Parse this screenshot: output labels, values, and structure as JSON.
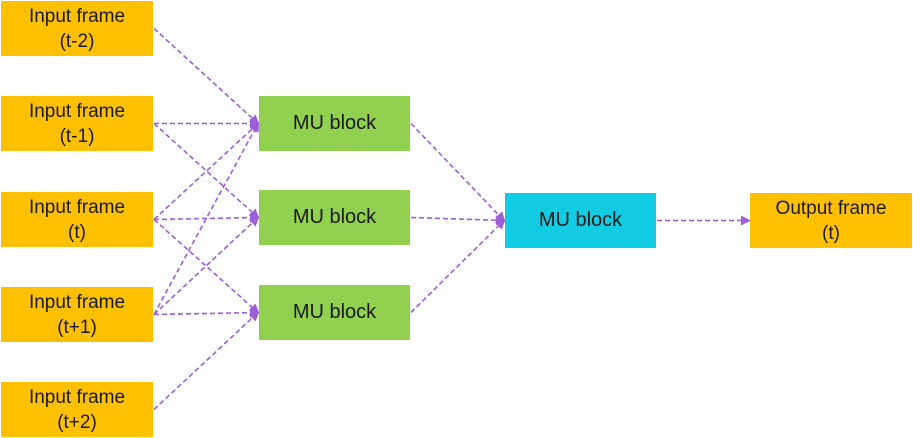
{
  "inputs": [
    {
      "line1": "Input frame",
      "line2": "(t-2)"
    },
    {
      "line1": "Input frame",
      "line2": "(t-1)"
    },
    {
      "line1": "Input frame",
      "line2": "(t)"
    },
    {
      "line1": "Input frame",
      "line2": "(t+1)"
    },
    {
      "line1": "Input frame",
      "line2": "(t+2)"
    }
  ],
  "mu_blocks": [
    {
      "label": "MU block"
    },
    {
      "label": "MU block"
    },
    {
      "label": "MU block"
    }
  ],
  "final_block": {
    "label": "MU block"
  },
  "output": {
    "line1": "Output frame",
    "line2": "(t)"
  },
  "colors": {
    "input_fill": "#FFC000",
    "mu_fill": "#92D050",
    "final_fill": "#12CCE3",
    "output_fill": "#FFC000",
    "edge": "#9B5FD8"
  },
  "edges": [
    {
      "from": "input-0",
      "to": "mu-0"
    },
    {
      "from": "input-1",
      "to": "mu-0"
    },
    {
      "from": "input-2",
      "to": "mu-0"
    },
    {
      "from": "input-3",
      "to": "mu-0"
    },
    {
      "from": "input-1",
      "to": "mu-1"
    },
    {
      "from": "input-2",
      "to": "mu-1"
    },
    {
      "from": "input-3",
      "to": "mu-1"
    },
    {
      "from": "input-2",
      "to": "mu-2"
    },
    {
      "from": "input-3",
      "to": "mu-2"
    },
    {
      "from": "input-4",
      "to": "mu-2"
    },
    {
      "from": "mu-0",
      "to": "final"
    },
    {
      "from": "mu-1",
      "to": "final"
    },
    {
      "from": "mu-2",
      "to": "final"
    },
    {
      "from": "final",
      "to": "output"
    }
  ]
}
